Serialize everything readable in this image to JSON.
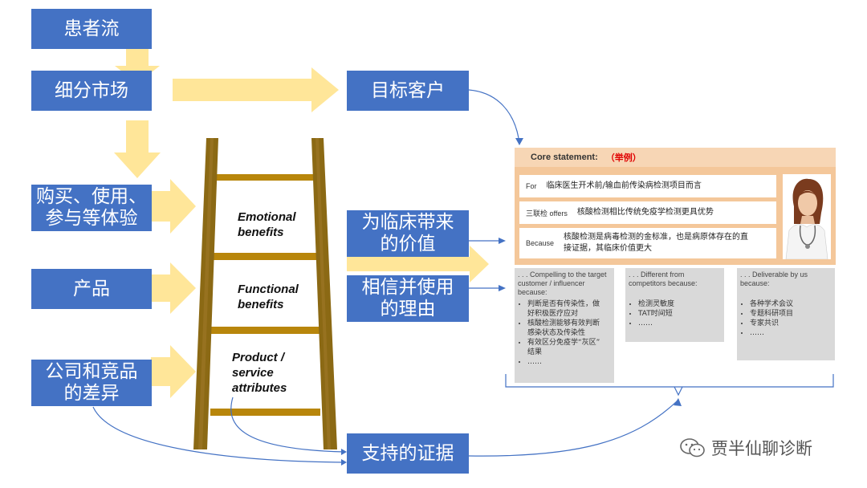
{
  "boxes": {
    "patient_flow": "患者流",
    "segment": "细分市场",
    "experience": "购买、使用、\n参与等体验",
    "product": "产品",
    "competitor": "公司和竞品\n的差异",
    "target_customer": "目标客户",
    "clinical_value": "为临床带来\n的价值",
    "reason": "相信并使用\n的理由",
    "evidence": "支持的证据"
  },
  "ladder": {
    "emotional": "Emotional\nbenefits",
    "functional": "Functional\nbenefits",
    "attributes": "Product /\nservice\nattributes"
  },
  "core": {
    "label": "Core statement:",
    "example": "（举例）",
    "rows": [
      {
        "key": "For",
        "value": "临床医生开术前/输血前传染病检测项目而言"
      },
      {
        "key": "三联检 offers",
        "value": "核酸检测相比传统免疫学检测更具优势"
      },
      {
        "key": "Because",
        "value": "核酸检测是病毒检测的金标准，也是病原体存在的直\n接证据，其临床价值更大"
      }
    ]
  },
  "columns": [
    {
      "head": ". . . Compelling to the target\ncustomer / influencer\nbecause:",
      "items": [
        "判断是否有传染性，做\n好积极医疗应对",
        "核酸检测能够有效判断\n感染状态及传染性",
        "有效区分免疫学“灰区”\n结果",
        "……"
      ]
    },
    {
      "head": ". . . Different from\ncompetitors because:",
      "items": [
        "检测灵敏度",
        "TAT时间短",
        "……"
      ]
    },
    {
      "head": ". . . Deliverable by us\nbecause:",
      "items": [
        "各种学术会议",
        "专题科研项目",
        "专家共识",
        "……"
      ]
    }
  ],
  "watermark": "贾半仙聊诊断",
  "colors": {
    "box": "#4472C4",
    "arrow": "#FFE699",
    "ladder": "#8B6914",
    "rung": "#B8860B",
    "core": "#F4C79A",
    "gray": "#D9D9D9",
    "connector": "#4472C4"
  }
}
